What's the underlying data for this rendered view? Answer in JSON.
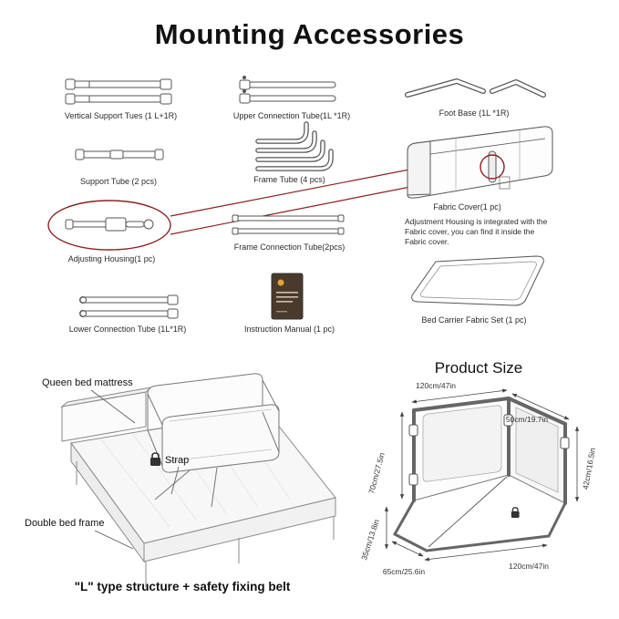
{
  "title": "Mounting Accessories",
  "accessories": {
    "vertical_support": "Vertical Support Tues (1 L+1R)",
    "upper_connection": "Upper Connection Tube(1L *1R)",
    "foot_base": "Foot Base (1L *1R)",
    "support_tube": "Support Tube (2 pcs)",
    "frame_tube": "Frame Tube (4 pcs)",
    "fabric_cover": "Fabric Cover(1 pc)",
    "adjusting_housing": "Adjusting Housing(1 pc)",
    "frame_connection": "Frame Connection Tube(2pcs)",
    "adjustment_note": "Adjustment Housing is integrated with the Fabric cover, you can find it inside the Fabric cover.",
    "lower_connection": "Lower Connection Tube (1L*1R)",
    "instruction_manual": "Instruction Manual (1 pc)",
    "bed_carrier": "Bed Carrier Fabric Set (1 pc)"
  },
  "bed_diagram": {
    "queen_mattress": "Queen bed mattress",
    "strap": "Strap",
    "double_bed_frame": "Double bed frame",
    "caption": "\"L\" type structure + safety fixing belt"
  },
  "product_size": {
    "heading": "Product Size",
    "top_width": "120cm/47in",
    "depth": "50cm/19.7in",
    "left_height": "70cm/27.5in",
    "right_height": "42cm/16.5in",
    "leg_height": "35cm/13.8in",
    "base_depth": "65cm/25.6in",
    "bottom_width": "120cm/47in"
  },
  "colors": {
    "highlight_red": "#8b2020",
    "line_gray": "#555555"
  }
}
